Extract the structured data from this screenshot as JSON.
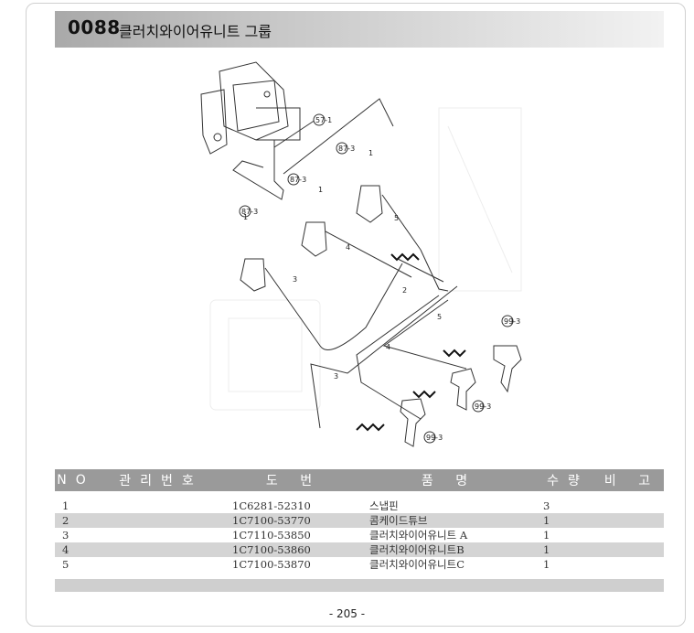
{
  "header": {
    "code": "0088",
    "title": "클러치와이어유니트 그룹"
  },
  "diagram": {
    "callouts": [
      "57-1",
      "87-3",
      "87-3",
      "87-3",
      "99-3",
      "99-3",
      "99-3",
      "1",
      "1",
      "1",
      "2",
      "3",
      "3",
      "4",
      "4",
      "5",
      "5"
    ]
  },
  "table": {
    "headers": [
      "NO",
      "관리번호",
      "도 번",
      "품 명",
      "수량",
      "비 고"
    ],
    "rows": [
      {
        "no": "1",
        "mgmt": "",
        "part": "1C6281-52310",
        "name": "스냅핀",
        "qty": "3",
        "remark": ""
      },
      {
        "no": "2",
        "mgmt": "",
        "part": "1C7100-53770",
        "name": "콤케이드튜브",
        "qty": "1",
        "remark": ""
      },
      {
        "no": "3",
        "mgmt": "",
        "part": "1C7110-53850",
        "name": "클러치와이어유니트 A",
        "qty": "1",
        "remark": ""
      },
      {
        "no": "4",
        "mgmt": "",
        "part": "1C7100-53860",
        "name": "클러치와이어유니트B",
        "qty": "1",
        "remark": ""
      },
      {
        "no": "5",
        "mgmt": "",
        "part": "1C7100-53870",
        "name": "클러치와이어유니트C",
        "qty": "1",
        "remark": ""
      }
    ]
  },
  "footer": {
    "page": "- 205 -"
  }
}
